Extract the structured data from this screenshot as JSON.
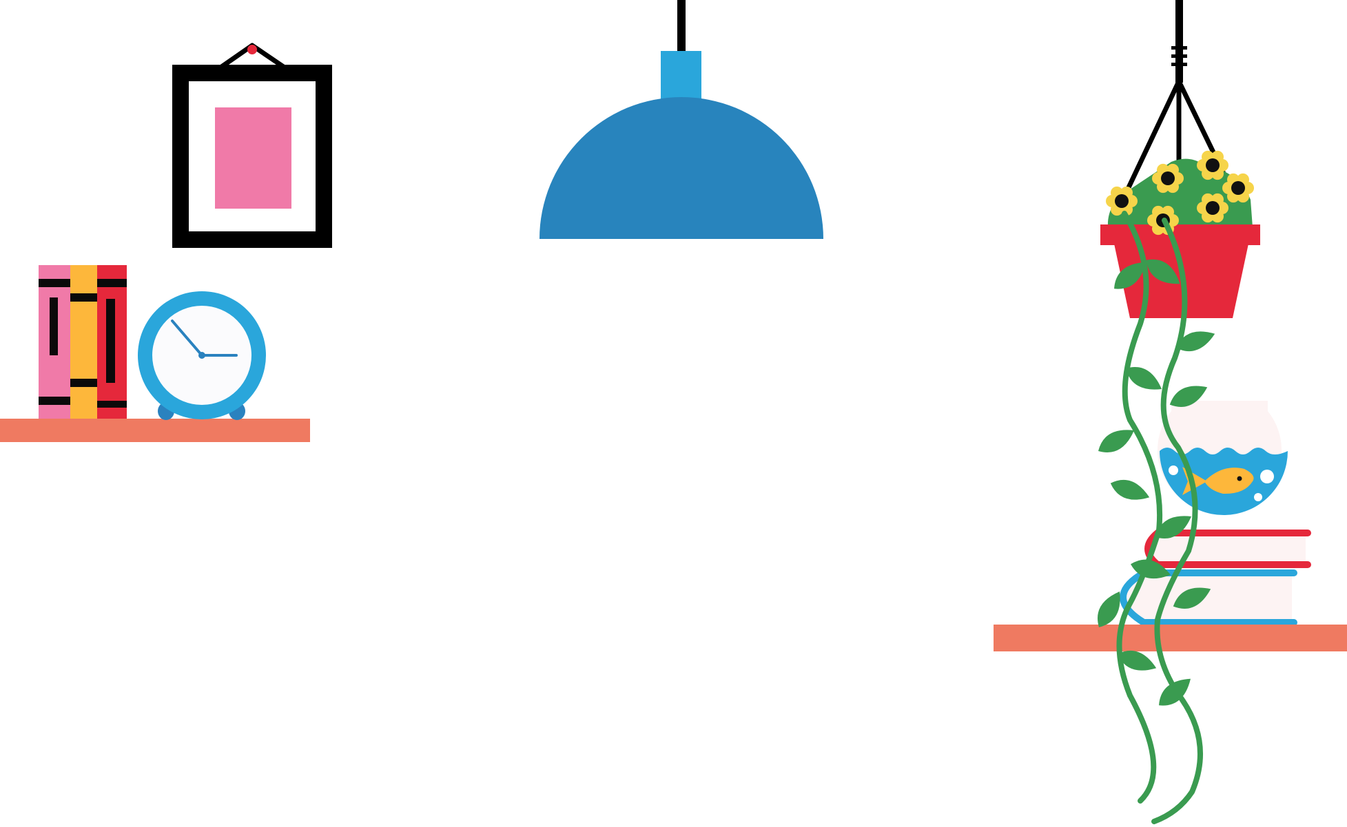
{
  "scene": {
    "objects": [
      "left-shelf",
      "books",
      "alarm-clock",
      "picture-frame",
      "pendant-lamp",
      "hanging-planter",
      "flowers",
      "vines",
      "right-shelf",
      "book-stack",
      "fishbowl",
      "goldfish"
    ]
  },
  "colors": {
    "shelf": "#ef7a61",
    "book_pink": "#f07aa8",
    "book_yellow": "#fdb73b",
    "book_red": "#e5283b",
    "book_band": "#0a0a0a",
    "clock_ring": "#2aa6db",
    "clock_face": "#fbfbfd",
    "clock_hands": "#2a82bf",
    "clock_feet": "#2a82bf",
    "frame_border": "#000000",
    "frame_art": "#f07aa8",
    "frame_pin": "#e5283b",
    "lamp_cord": "#000000",
    "lamp_socket": "#2aa6db",
    "lamp_shade": "#2884bd",
    "pot": "#e5283b",
    "foliage": "#3a9b50",
    "vine": "#3a9b50",
    "flower_petal": "#f6d44a",
    "flower_center": "#111111",
    "bowl_glass": "#fdf3f3",
    "bowl_water": "#2aa6db",
    "fish": "#fdb73b",
    "bubble": "#ffffff",
    "stack_red": "#e5283b",
    "stack_blue": "#2aa6db",
    "stack_page": "#fdf3f3"
  }
}
